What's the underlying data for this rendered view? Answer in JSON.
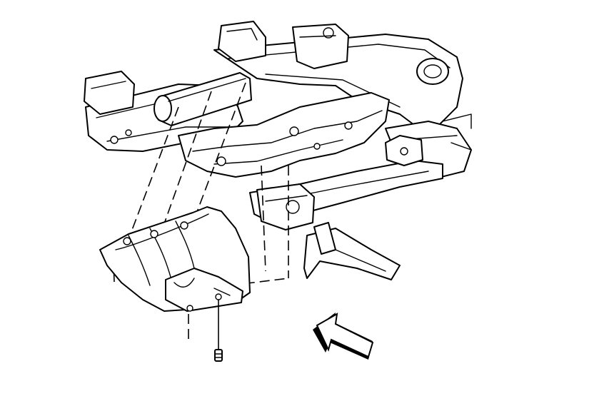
{
  "figure": {
    "parts": [
      "frame",
      "skid-plate",
      "bolt",
      "direction-arrow"
    ]
  }
}
